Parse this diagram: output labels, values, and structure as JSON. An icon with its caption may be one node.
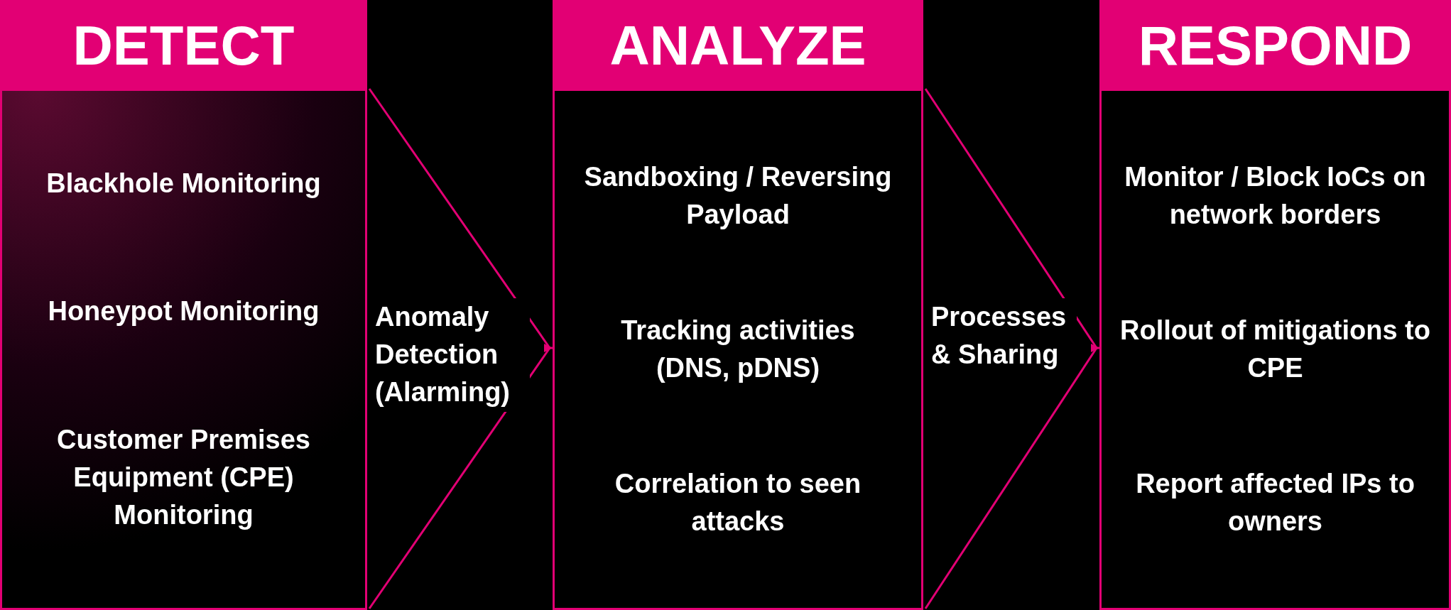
{
  "diagram": {
    "nodes": [
      {
        "text": [
          "DETECT",
          "Blackhole Monitoring",
          "Honeypot Monitoring",
          "Customer Premises Equipment (CPE) Monitoring"
        ]
      },
      {
        "text": [
          "ANALYZE",
          "Sandboxing / Reversing Payload",
          "Tracking activities (DNS, pDNS)",
          "Correlation to seen attacks"
        ]
      },
      {
        "text": [
          "RESPOND",
          "Monitor / Block IoCs on network borders",
          "Rollout of mitigations to CPE",
          "Report affected IPs to owners"
        ]
      }
    ],
    "edges": [
      {
        "from": 0,
        "to": 1,
        "arrow": "to",
        "label": "Anomaly Detection (Alarming)"
      },
      {
        "from": 1,
        "to": 2,
        "arrow": "to",
        "label": "Processes & Sharing"
      }
    ]
  }
}
